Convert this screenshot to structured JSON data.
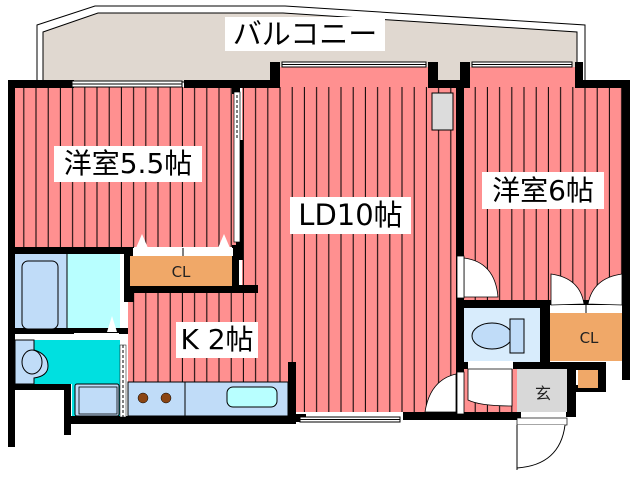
{
  "floor_plan": {
    "colors": {
      "floor_pink": "#ff9090",
      "wall": "#000000",
      "balcony": "#e0d8d0",
      "closet": "#f0a868",
      "bath_light": "#c0dcf8",
      "wash_cyan": "#00e0e0",
      "bath_aqua": "#b8ffff",
      "entrance_gray": "#d8d8d8",
      "fridge_gray": "#dcdcdc",
      "stove_burner": "#8b4513"
    },
    "rooms": {
      "balcony": "バルコニー",
      "western_room_1": "洋室5.5帖",
      "living_dining": "LD10帖",
      "western_room_2": "洋室6帖",
      "kitchen": "K 2帖",
      "closet_1": "CL",
      "closet_2": "CL",
      "entrance": "玄"
    }
  }
}
